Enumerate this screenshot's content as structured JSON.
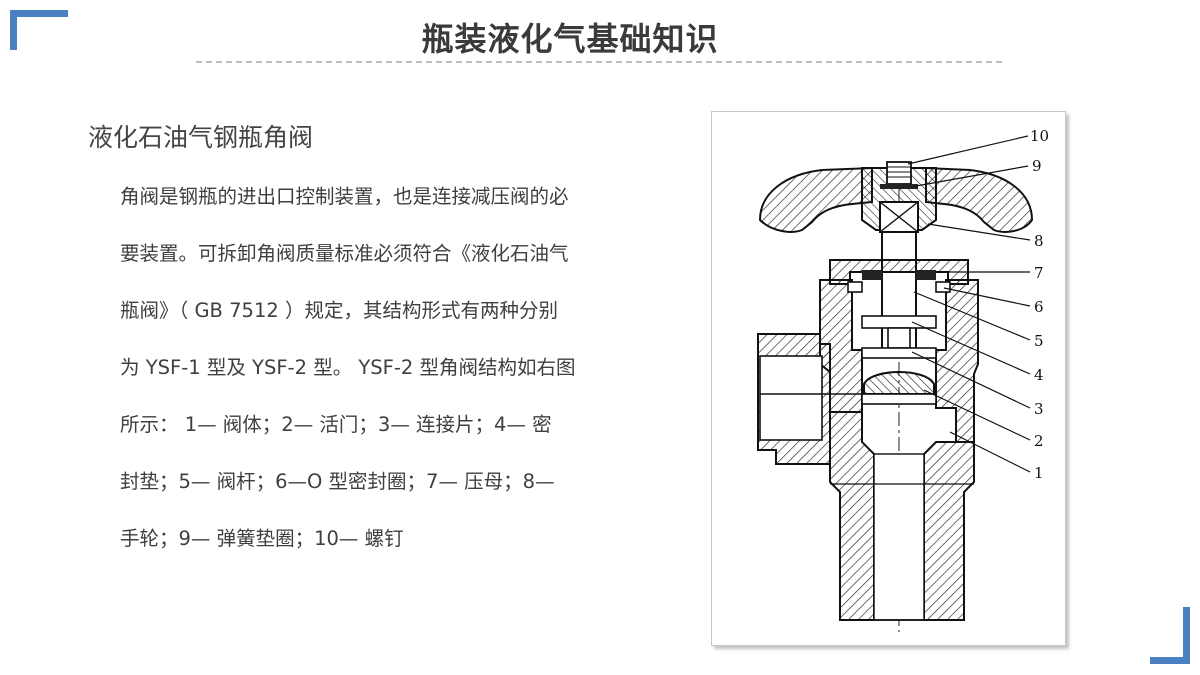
{
  "title": "瓶装液化气基础知识",
  "section_heading": "液化石油气钢瓶角阀",
  "paragraph_lines": [
    "角阀是钢瓶的进出口控制装置，也是连接减压阀的必",
    "要装置。可拆卸角阀质量标准必须符合《液化石油气",
    "瓶阀》（ GB 7512 ）规定，其结构形式有两种分别",
    "为 YSF-1 型及 YSF-2 型。 YSF-2 型角阀结构如右图",
    "所示：  1— 阀体；2— 活门；3— 连接片；4— 密",
    "封垫；5— 阀杆；6—O 型密封圈；7— 压母；8—",
    "手轮；9— 弹簧垫圈；10— 螺钉"
  ],
  "figure": {
    "part_numbers": [
      "10",
      "9",
      "8",
      "7",
      "6",
      "5",
      "4",
      "3",
      "2",
      "1"
    ]
  },
  "colors": {
    "accent": "#4a7fc1",
    "title_text": "#3a3a3a",
    "body_text": "#3f3f3f"
  }
}
